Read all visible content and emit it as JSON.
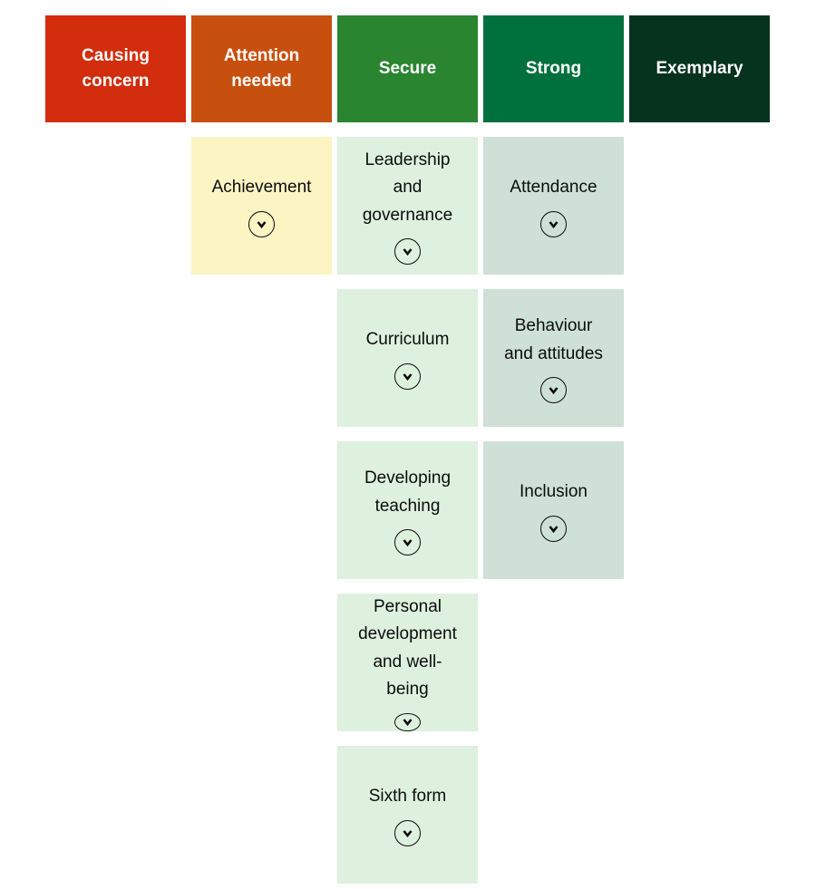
{
  "page": {
    "background": "#ffffff",
    "text_color": "#0b0c0c"
  },
  "board": {
    "columns": [
      {
        "id": "causing-concern",
        "label": "Causing concern",
        "header_color": "#d22d0d",
        "header_text_color": "#ffffff",
        "cards": []
      },
      {
        "id": "attention-needed",
        "label": "Attention needed",
        "header_color": "#c8500f",
        "header_text_color": "#ffffff",
        "cards": [
          {
            "label": "Achievement",
            "bg": "#fdf4c4",
            "icon": "chevron-down-icon"
          }
        ]
      },
      {
        "id": "secure",
        "label": "Secure",
        "header_color": "#2a8531",
        "header_text_color": "#ffffff",
        "cards": [
          {
            "label": "Leadership and governance",
            "bg": "#def1de",
            "icon": "chevron-down-icon"
          },
          {
            "label": "Curriculum",
            "bg": "#def1de",
            "icon": "chevron-down-icon"
          },
          {
            "label": "Developing teaching",
            "bg": "#def1de",
            "icon": "chevron-down-icon"
          },
          {
            "label": "Personal development and well-being",
            "bg": "#def1de",
            "icon": "chevron-down-icon"
          },
          {
            "label": "Sixth form",
            "bg": "#def1de",
            "icon": "chevron-down-icon"
          }
        ]
      },
      {
        "id": "strong",
        "label": "Strong",
        "header_color": "#00703c",
        "header_text_color": "#ffffff",
        "cards": [
          {
            "label": "Attendance",
            "bg": "#cfe1d6",
            "icon": "chevron-down-icon"
          },
          {
            "label": "Behaviour and attitudes",
            "bg": "#cfe1d6",
            "icon": "chevron-down-icon"
          },
          {
            "label": "Inclusion",
            "bg": "#cfe1d6",
            "icon": "chevron-down-icon"
          }
        ]
      },
      {
        "id": "exemplary",
        "label": "Exemplary",
        "header_color": "#06331e",
        "header_text_color": "#ffffff",
        "cards": []
      }
    ]
  }
}
